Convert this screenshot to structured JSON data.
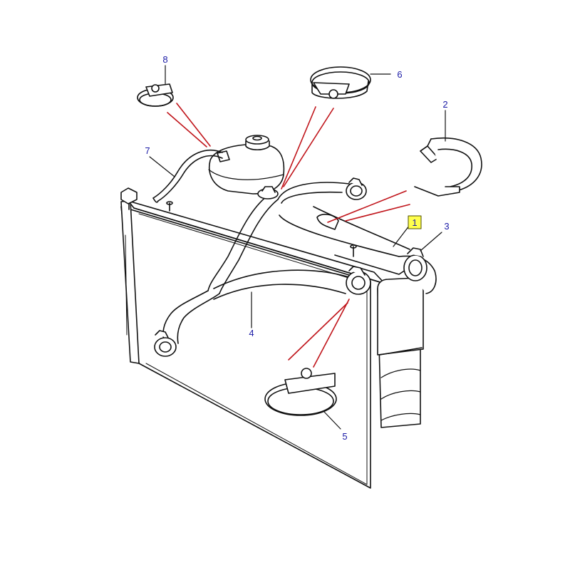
{
  "diagram": {
    "colors": {
      "line": "#111111",
      "leader_red": "#c0141a",
      "callout_text": "#1a1aa6",
      "highlight": "#ffff4d",
      "highlight_border": "#4d4d00"
    },
    "callouts": [
      {
        "id": "1",
        "label": "1",
        "highlighted": true
      },
      {
        "id": "2",
        "label": "2",
        "highlighted": false
      },
      {
        "id": "3",
        "label": "3",
        "highlighted": false
      },
      {
        "id": "4",
        "label": "4",
        "highlighted": false
      },
      {
        "id": "5",
        "label": "5",
        "highlighted": false
      },
      {
        "id": "6",
        "label": "6",
        "highlighted": false
      },
      {
        "id": "7",
        "label": "7",
        "highlighted": false
      },
      {
        "id": "8",
        "label": "8",
        "highlighted": false
      }
    ]
  }
}
